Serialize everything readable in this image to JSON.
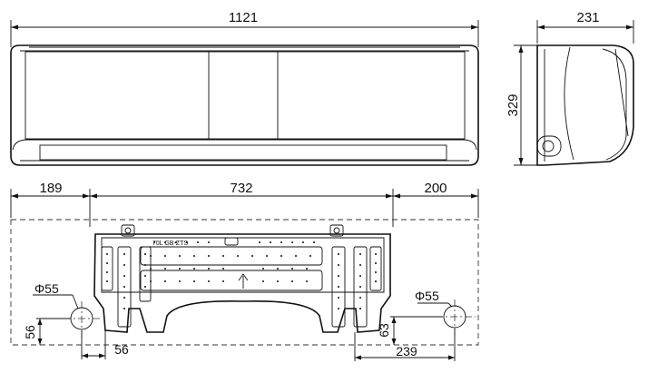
{
  "dimensions": {
    "width": "1121",
    "depth": "231",
    "height": "329",
    "left_offset": "189",
    "plate_width": "732",
    "right_offset": "200",
    "left_hole_dia": "Φ55",
    "right_hole_dia": "Φ55",
    "left_hole_height": "56",
    "left_hole_horiz": "56",
    "right_hole_height": "63",
    "right_hole_horiz": "239"
  },
  "plate_label": "70L  GB-ZTS"
}
